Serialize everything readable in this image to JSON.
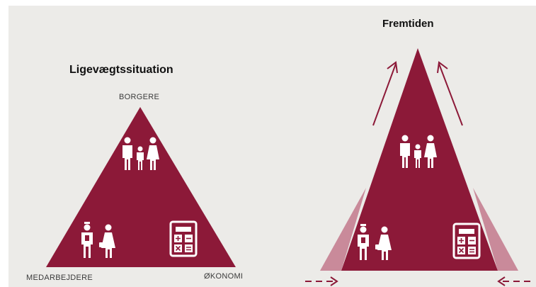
{
  "left_diagram": {
    "title": "Ligevægtssituation",
    "top_label": "BORGERE",
    "bottom_left_label": "MEDARBEJDERE",
    "bottom_right_label": "ØKONOMI"
  },
  "right_diagram": {
    "title": "Fremtiden"
  },
  "colors": {
    "triangle": "#8c1938",
    "triangle_light": "#c98a9a",
    "icon": "#ffffff",
    "background": "#ecebe8",
    "arrow": "#8c1938"
  },
  "icons": [
    "family-icon",
    "employees-icon",
    "calculator-icon"
  ]
}
